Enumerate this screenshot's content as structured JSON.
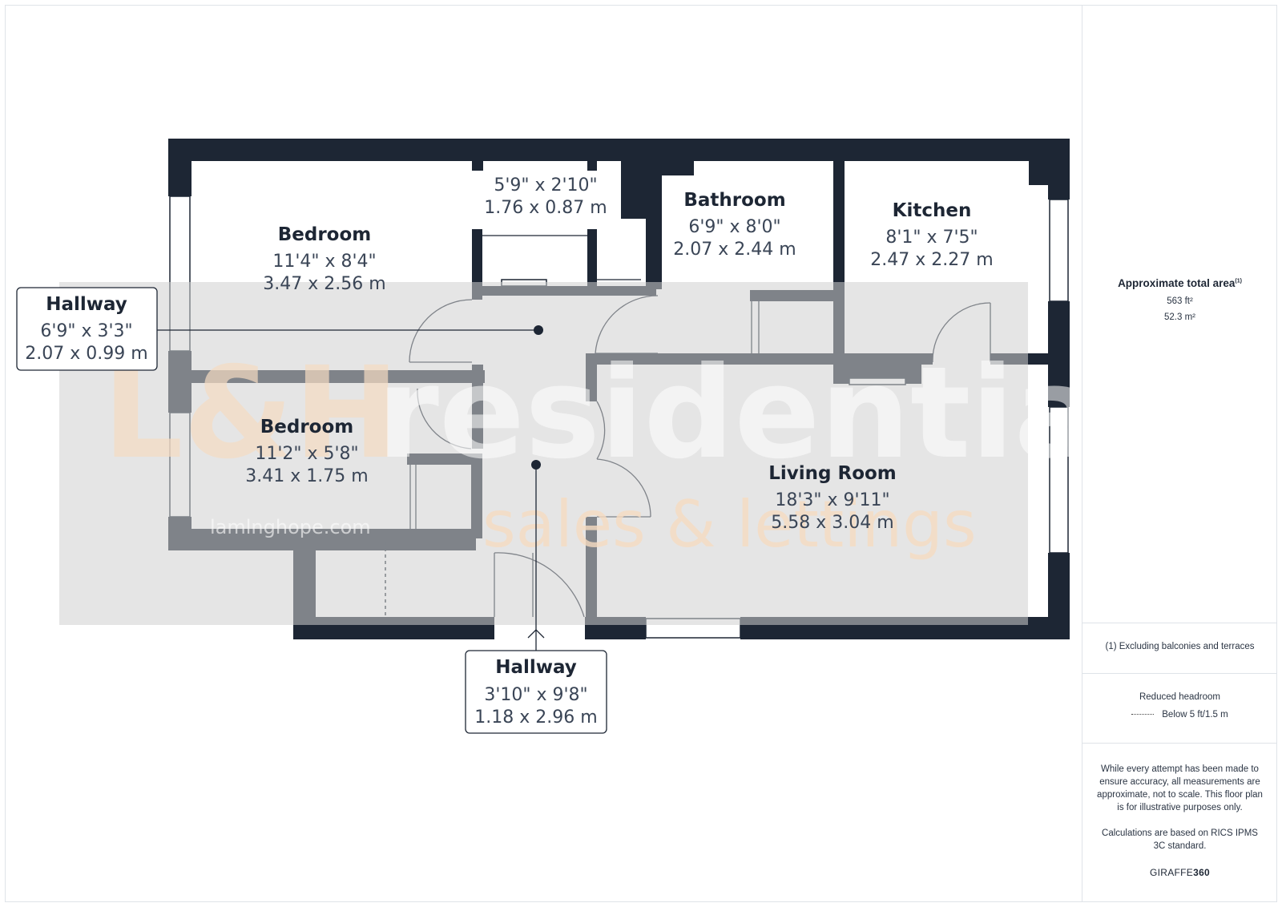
{
  "rooms": {
    "bedroom_1": {
      "name": "Bedroom",
      "imperial": "11'4\" x 8'4\"",
      "metric": "3.47 x 2.56 m"
    },
    "storage": {
      "imperial": "5'9\" x 2'10\"",
      "metric": "1.76 x 0.87 m"
    },
    "bathroom": {
      "name": "Bathroom",
      "imperial": "6'9\" x 8'0\"",
      "metric": "2.07 x 2.44 m"
    },
    "kitchen": {
      "name": "Kitchen",
      "imperial": "8'1\" x 7'5\"",
      "metric": "2.47 x 2.27 m"
    },
    "bedroom_2": {
      "name": "Bedroom",
      "imperial": "11'2\" x 5'8\"",
      "metric": "3.41 x 1.75 m"
    },
    "living_room": {
      "name": "Living Room",
      "imperial": "18'3\" x 9'11\"",
      "metric": "5.58 x 3.04 m"
    }
  },
  "callouts": {
    "hallway_upper": {
      "name": "Hallway",
      "imperial": "6'9\" x 3'3\"",
      "metric": "2.07 x 0.99 m"
    },
    "hallway_lower": {
      "name": "Hallway",
      "imperial": "3'10\" x 9'8\"",
      "metric": "1.18 x 2.96 m"
    }
  },
  "watermark": {
    "logo": "L&H",
    "main": "residential",
    "sub": "sales & lettings",
    "url": "lamlnghope.com"
  },
  "sidebar": {
    "area_title": "Approximate total area",
    "area_footnote_mark": "(1)",
    "area_ft": "563 ft²",
    "area_m": "52.3 m²",
    "footnote": "(1) Excluding balconies and terraces",
    "headroom_title": "Reduced headroom",
    "headroom_legend": "Below 5 ft/1.5 m",
    "disclaimer": "While every attempt has been made to ensure accuracy, all measurements are approximate, not to scale. This floor plan is for illustrative purposes only.",
    "calc_note": "Calculations are based on RICS IPMS 3C standard.",
    "brand_a": "GIRAFFE",
    "brand_b": "360"
  },
  "colors": {
    "wall": "#1d2634",
    "floor": "#ffffff",
    "watermark_band": "#e4e4e4",
    "callout_border": "#1d2634"
  }
}
